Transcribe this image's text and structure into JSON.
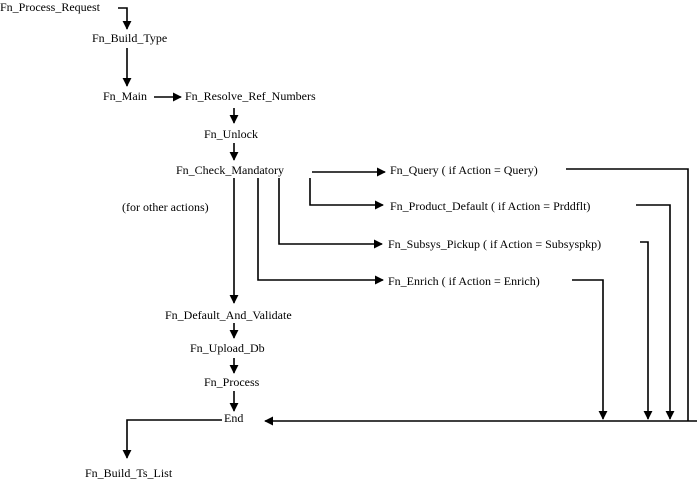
{
  "diagram": {
    "colors": {
      "line": "#000000",
      "background": "#ffffff",
      "text": "#000000"
    },
    "nodes": {
      "process_request": "Fn_Process_Request",
      "build_type": "Fn_Build_Type",
      "main": "Fn_Main",
      "resolve_ref_numbers": "Fn_Resolve_Ref_Numbers",
      "unlock": "Fn_Unlock",
      "check_mandatory": "Fn_Check_Mandatory",
      "query": "Fn_Query  ( if Action = Query)",
      "product_default": "Fn_Product_Default ( if Action = Prddflt)",
      "subsys_pickup": "Fn_Subsys_Pickup  ( if Action = Subsyspkp)",
      "enrich": "Fn_Enrich  ( if Action = Enrich)",
      "other_actions": "(for other actions)",
      "default_and_validate": "Fn_Default_And_Validate",
      "upload_db": "Fn_Upload_Db",
      "process": "Fn_Process",
      "end": "End",
      "build_ts_list": "Fn_Build_Ts_List"
    }
  }
}
